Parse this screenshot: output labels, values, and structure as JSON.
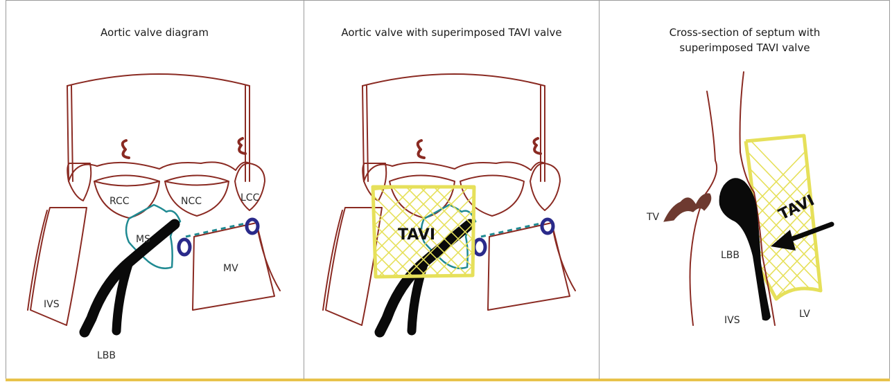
{
  "colors": {
    "outline": "#8a2a22",
    "bundle": "#0a0a0a",
    "septum": "#1f8a92",
    "mitral_annulus": "#2a2a8a",
    "tavi_frame": "#e6e05a",
    "tricuspid": "#6e3a30",
    "rule": "#e8c24a"
  },
  "panels": [
    {
      "title": "Aortic valve diagram",
      "labels": {
        "rcc": "RCC",
        "ncc": "NCC",
        "lcc": "LCC",
        "ms": "MS",
        "mv": "MV",
        "ivs": "IVS",
        "lbb": "LBB"
      }
    },
    {
      "title": "Aortic valve with superimposed TAVI valve",
      "labels": {
        "tavi": "TAVI"
      }
    },
    {
      "title_line1": "Cross-section of septum with",
      "title_line2": "superimposed TAVI valve",
      "labels": {
        "tv": "TV",
        "tavi": "TAVI",
        "lbb": "LBB",
        "ivs": "IVS",
        "lv": "LV"
      }
    }
  ]
}
